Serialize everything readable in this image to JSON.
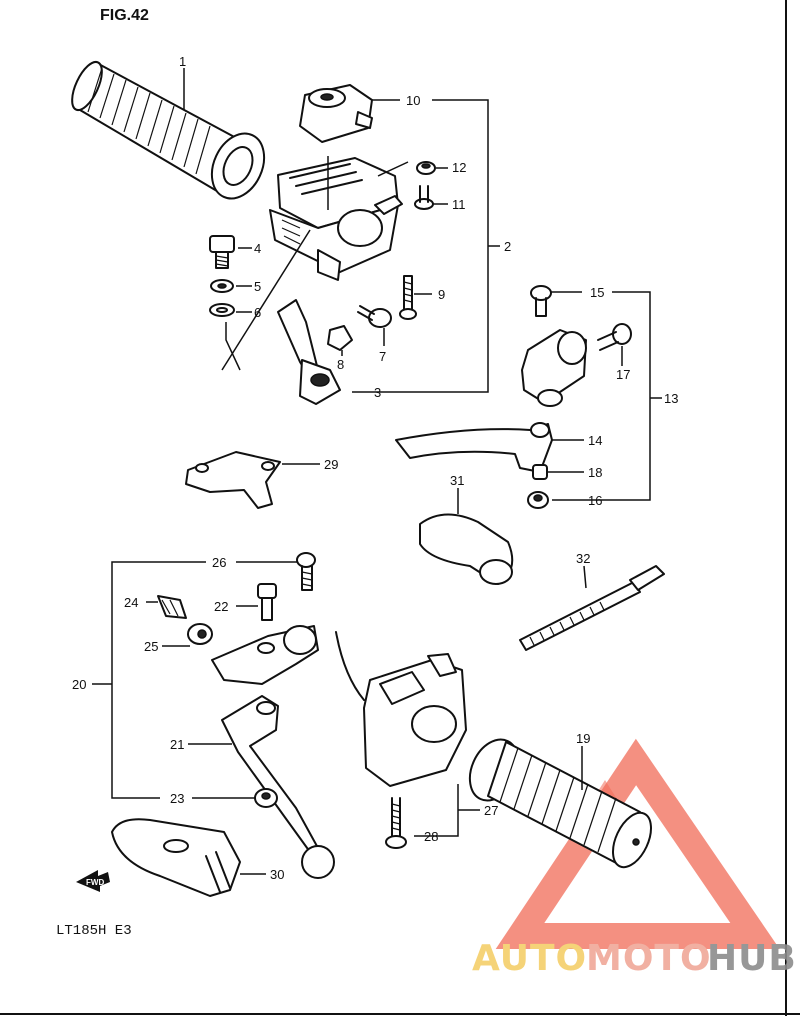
{
  "figure_title": "FIG.42",
  "model_code": "LT185H  E3",
  "fwd_label": "FWD",
  "callouts": [
    "1",
    "2",
    "3",
    "4",
    "5",
    "6",
    "7",
    "8",
    "9",
    "10",
    "11",
    "12",
    "13",
    "14",
    "15",
    "16",
    "17",
    "18",
    "19",
    "20",
    "21",
    "22",
    "23",
    "24",
    "25",
    "26",
    "27",
    "28",
    "29",
    "30",
    "31",
    "32"
  ],
  "watermark": {
    "text_auto": "AUTO",
    "text_moto": "MOTO",
    "text_hub": "HUB",
    "colors": {
      "primary": "#f0b6a6",
      "triangle": "#ef5b45",
      "dark": "#8c8c8c",
      "yellow": "#f4cf6a"
    }
  }
}
